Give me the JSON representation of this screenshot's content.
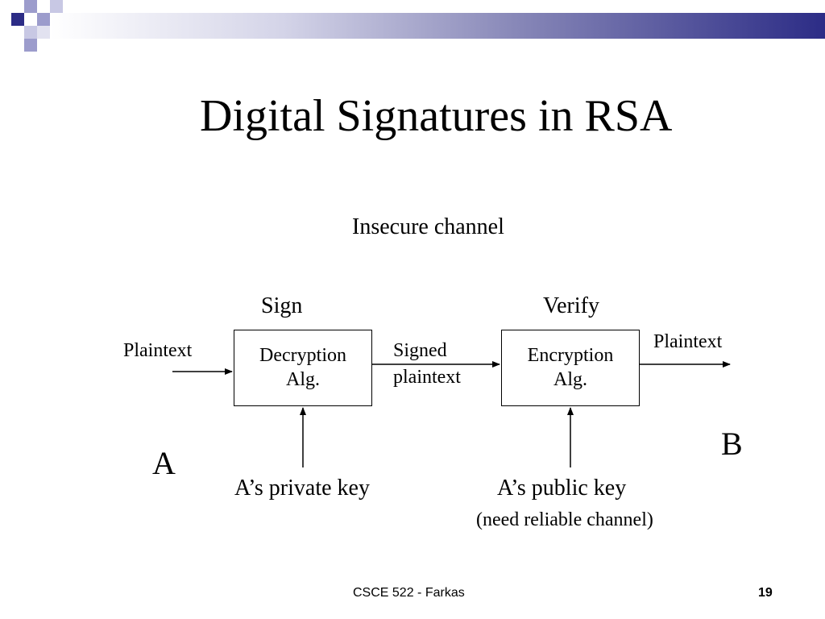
{
  "slide": {
    "title": "Digital Signatures in RSA",
    "footer": "CSCE 522 - Farkas",
    "page_number": "19"
  },
  "diagram": {
    "channel_label": "Insecure channel",
    "sign_label": "Sign",
    "verify_label": "Verify",
    "input_label": "Plaintext",
    "output_label": "Plaintext",
    "middle_label_line1": "Signed",
    "middle_label_line2": "plaintext",
    "decryption_box": {
      "line1": "Decryption",
      "line2": "Alg."
    },
    "encryption_box": {
      "line1": "Encryption",
      "line2": "Alg."
    },
    "party_a": "A",
    "party_b": "B",
    "private_key_label": "A’s private key",
    "public_key_label": "A’s public key",
    "public_key_note": "(need reliable channel)"
  },
  "colors": {
    "header_gradient_end": "#2c2c86",
    "square_dark": "#2c2c86",
    "square_light": "#9c9ccc"
  }
}
